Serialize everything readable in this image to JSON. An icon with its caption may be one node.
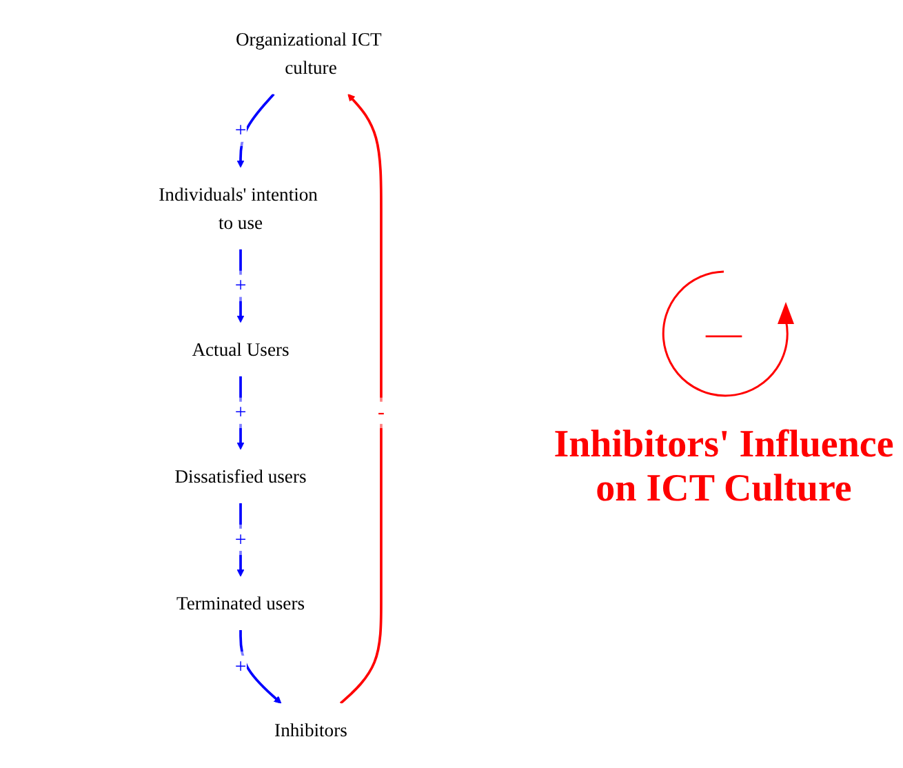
{
  "diagram": {
    "nodes": [
      {
        "text": [
          "Organizational ICT culture"
        ]
      },
      {
        "text": [
          "Individuals' intention to use"
        ]
      },
      {
        "text": [
          "Actual Users"
        ]
      },
      {
        "text": [
          "Dissatisfied users"
        ]
      },
      {
        "text": [
          "Terminated users"
        ]
      },
      {
        "text": [
          "Inhibitors"
        ]
      }
    ],
    "edges": [
      {
        "from": 0,
        "to": 1,
        "arrow": "to",
        "label": "+"
      },
      {
        "from": 1,
        "to": 2,
        "arrow": "to",
        "label": "+"
      },
      {
        "from": 2,
        "to": 3,
        "arrow": "to",
        "label": "+"
      },
      {
        "from": 3,
        "to": 4,
        "arrow": "to",
        "label": "+"
      },
      {
        "from": 4,
        "to": 5,
        "arrow": "to",
        "label": "+"
      },
      {
        "from": 5,
        "to": 0,
        "arrow": "to",
        "label": "-",
        "color": "#ff0000"
      }
    ],
    "labels": [
      "—",
      "Inhibitors' Influence on ICT Culture"
    ]
  }
}
